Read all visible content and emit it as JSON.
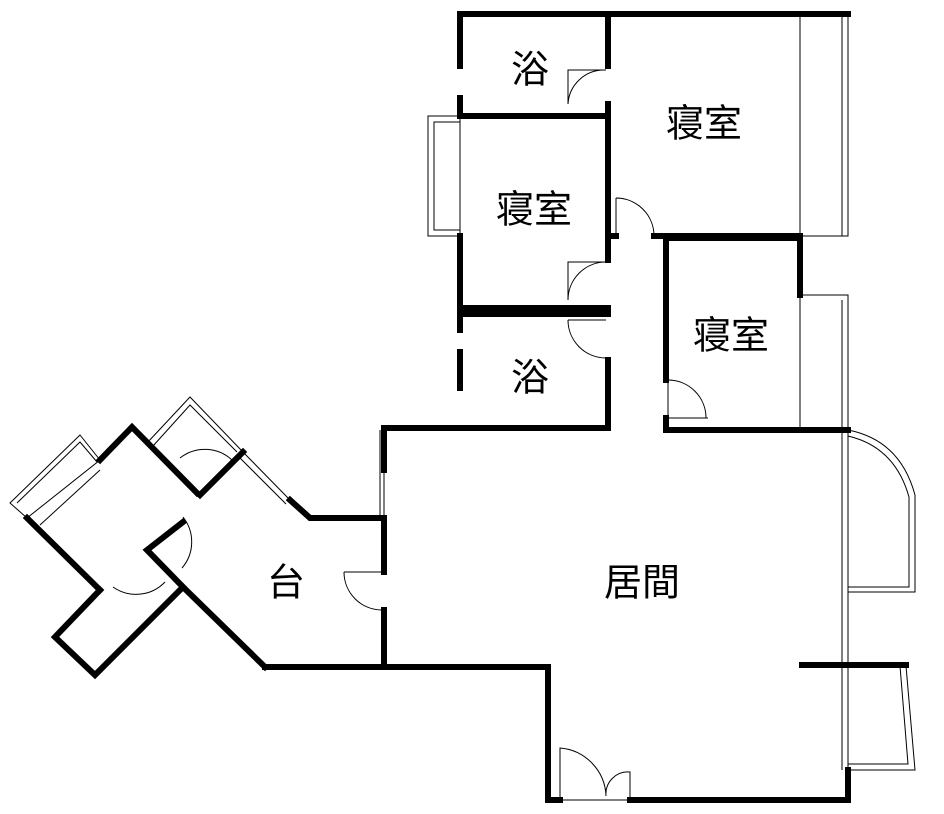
{
  "title": "Floor plan",
  "rooms": {
    "bath_upper": "浴",
    "bedroom_upper_left": "寝室",
    "bedroom_upper_right": "寝室",
    "bedroom_right": "寝室",
    "bath_lower": "浴",
    "kitchen": "台",
    "living": "居間"
  },
  "colors": {
    "wall": "#000000",
    "background": "#ffffff"
  }
}
